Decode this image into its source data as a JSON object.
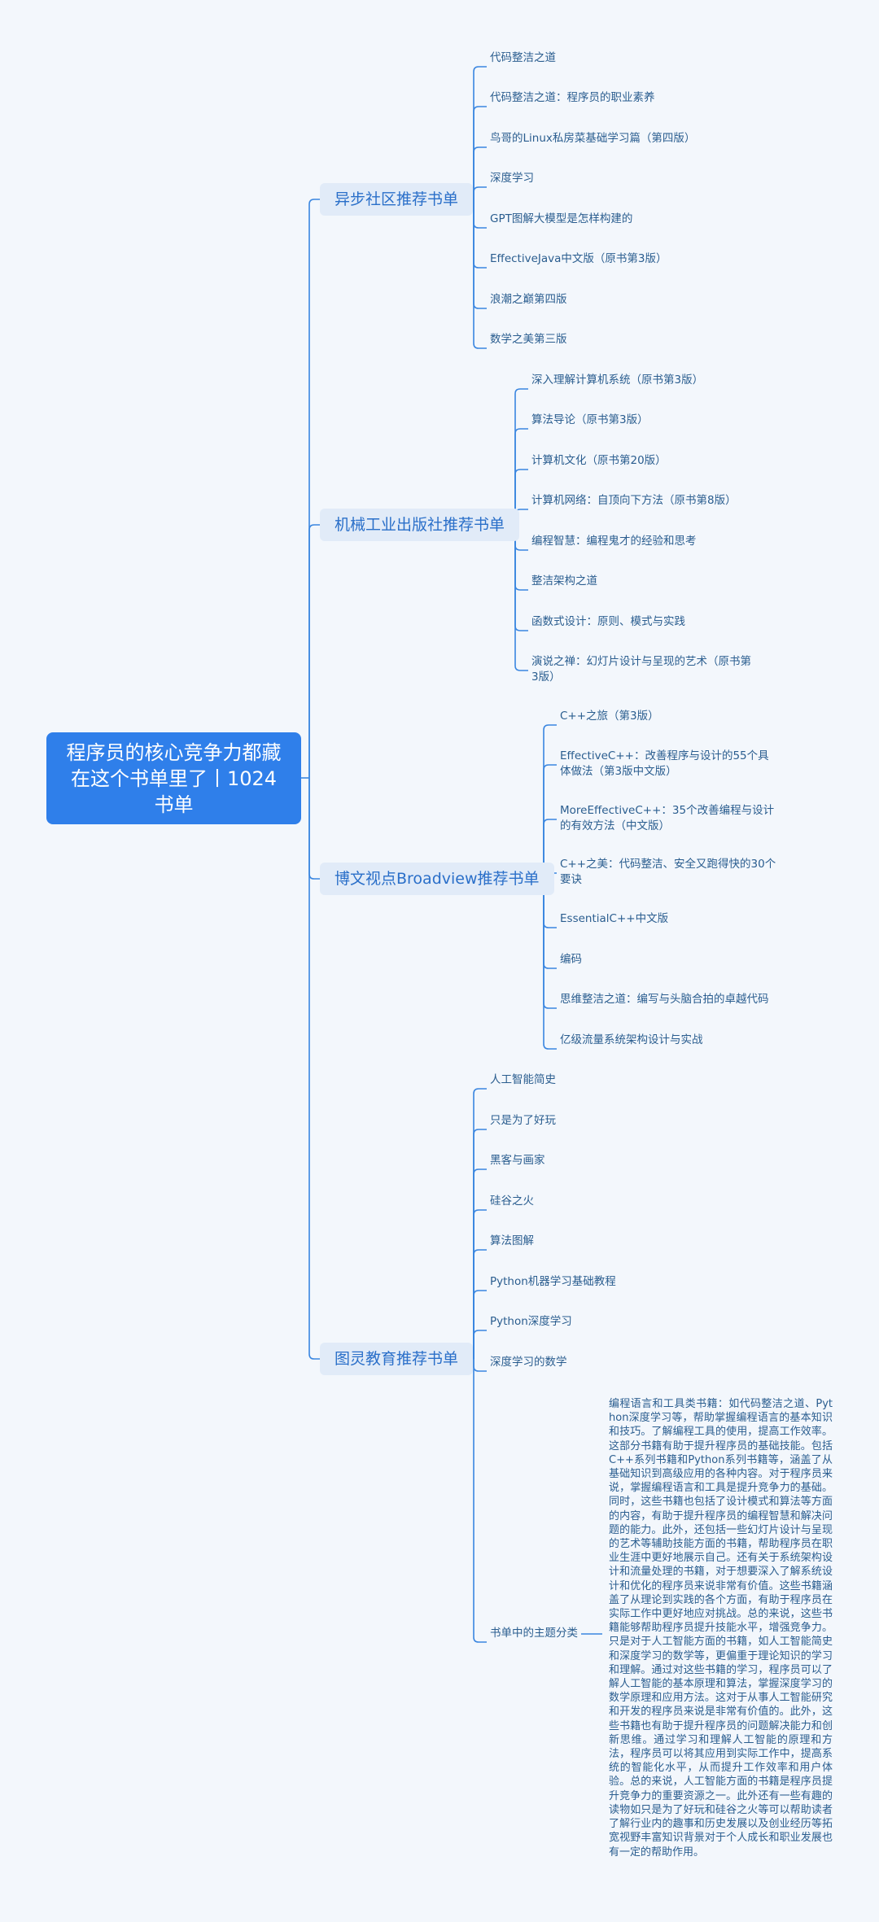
{
  "root": {
    "title": "程序员的核心竞争力都藏在这个书单里了丨1024书单"
  },
  "branches": [
    {
      "label": "异步社区推荐书单",
      "items": [
        "代码整洁之道",
        "代码整洁之道：程序员的职业素养",
        "鸟哥的Linux私房菜基础学习篇（第四版）",
        "深度学习",
        "GPT图解大模型是怎样构建的",
        "EffectiveJava中文版（原书第3版）",
        "浪潮之巅第四版",
        "数学之美第三版"
      ]
    },
    {
      "label": "机械工业出版社推荐书单",
      "items": [
        "深入理解计算机系统（原书第3版）",
        "算法导论（原书第3版）",
        "计算机文化（原书第20版）",
        "计算机网络：自顶向下方法（原书第8版）",
        "编程智慧：编程鬼才的经验和思考",
        "整洁架构之道",
        "函数式设计：原则、模式与实践",
        "演说之禅：幻灯片设计与呈现的艺术（原书第3版）"
      ]
    },
    {
      "label": "博文视点Broadview推荐书单",
      "items": [
        "C++之旅（第3版）",
        "EffectiveC++：改善程序与设计的55个具体做法（第3版中文版）",
        "MoreEffectiveC++：35个改善编程与设计的有效方法（中文版）",
        "C++之美：代码整洁、安全又跑得快的30个要诀",
        "EssentialC++中文版",
        "编码",
        "思维整洁之道：编写与头脑合拍的卓越代码",
        "亿级流量系统架构设计与实战"
      ]
    },
    {
      "label": "图灵教育推荐书单",
      "items": [
        "人工智能简史",
        "只是为了好玩",
        "黑客与画家",
        "硅谷之火",
        "算法图解",
        "Python机器学习基础教程",
        "Python深度学习",
        "深度学习的数学",
        "书单中的主题分类"
      ]
    }
  ],
  "summary": "编程语言和工具类书籍：如代码整洁之道、Python深度学习等，帮助掌握编程语言的基本知识和技巧。了解编程工具的使用，提高工作效率。这部分书籍有助于提升程序员的基础技能。包括C++系列书籍和Python系列书籍等，涵盖了从基础知识到高级应用的各种内容。对于程序员来说，掌握编程语言和工具是提升竞争力的基础。同时，这些书籍也包括了设计模式和算法等方面的内容，有助于提升程序员的编程智慧和解决问题的能力。此外，还包括一些幻灯片设计与呈现的艺术等辅助技能方面的书籍，帮助程序员在职业生涯中更好地展示自己。还有关于系统架构设计和流量处理的书籍，对于想要深入了解系统设计和优化的程序员来说非常有价值。这些书籍涵盖了从理论到实践的各个方面，有助于程序员在实际工作中更好地应对挑战。总的来说，这些书籍能够帮助程序员提升技能水平，增强竞争力。只是对于人工智能方面的书籍，如人工智能简史和深度学习的数学等，更偏重于理论知识的学习和理解。通过对这些书籍的学习，程序员可以了解人工智能的基本原理和算法，掌握深度学习的数学原理和应用方法。这对于从事人工智能研究和开发的程序员来说是非常有价值的。此外，这些书籍也有助于提升程序员的问题解决能力和创新思维。通过学习和理解人工智能的原理和方法，程序员可以将其应用到实际工作中，提高系统的智能化水平，从而提升工作效率和用户体验。总的来说，人工智能方面的书籍是程序员提升竞争力的重要资源之一。此外还有一些有趣的读物如只是为了好玩和硅谷之火等可以帮助读者了解行业内的趣事和历史发展以及创业经历等拓宽视野丰富知识背景对于个人成长和职业发展也有一定的帮助作用。",
  "colors": {
    "root": "#2f7fea",
    "branch_bg": "#e1ebf8",
    "line": "#3a86e0",
    "text": "#2a5d8f",
    "background": "#f3f7fc"
  }
}
